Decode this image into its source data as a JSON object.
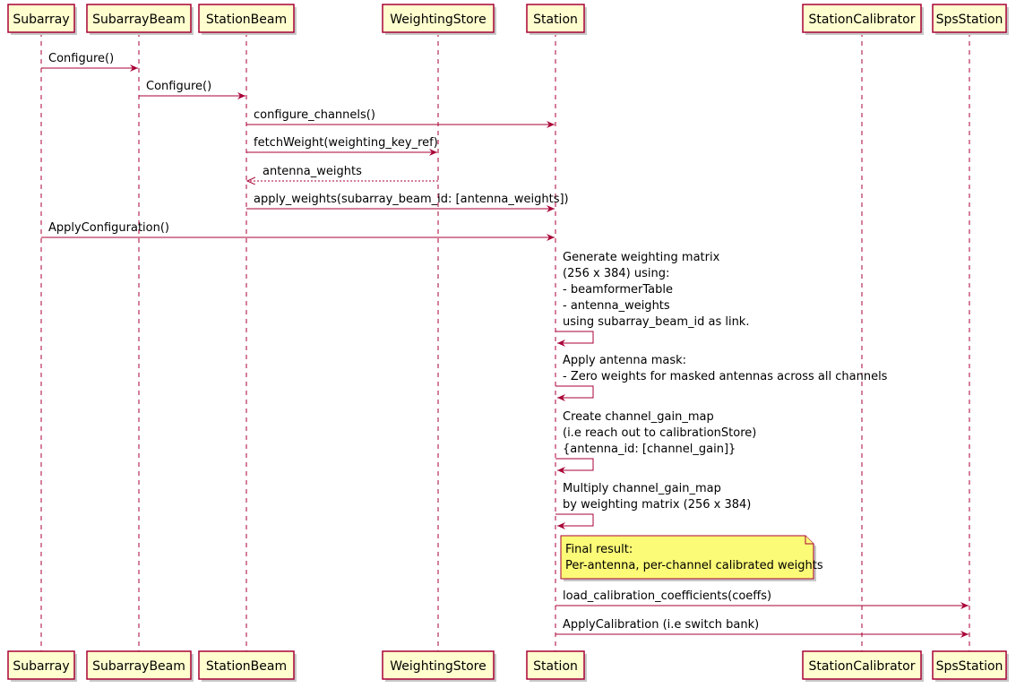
{
  "participants": [
    {
      "id": "subarray",
      "label": "Subarray"
    },
    {
      "id": "subarraybeam",
      "label": "SubarrayBeam"
    },
    {
      "id": "stationbeam",
      "label": "StationBeam"
    },
    {
      "id": "weightingstore",
      "label": "WeightingStore"
    },
    {
      "id": "station",
      "label": "Station"
    },
    {
      "id": "stationcalibrator",
      "label": "StationCalibrator"
    },
    {
      "id": "spsstation",
      "label": "SpsStation"
    }
  ],
  "messages": [
    {
      "from": "subarray",
      "to": "subarraybeam",
      "style": "solid",
      "lines": [
        "Configure()"
      ]
    },
    {
      "from": "subarraybeam",
      "to": "stationbeam",
      "style": "solid",
      "lines": [
        "Configure()"
      ]
    },
    {
      "from": "stationbeam",
      "to": "station",
      "style": "solid",
      "lines": [
        "configure_channels()"
      ]
    },
    {
      "from": "stationbeam",
      "to": "weightingstore",
      "style": "solid",
      "lines": [
        "fetchWeight(weighting_key_ref)"
      ]
    },
    {
      "from": "weightingstore",
      "to": "stationbeam",
      "style": "dashed",
      "lines": [
        "antenna_weights"
      ]
    },
    {
      "from": "stationbeam",
      "to": "station",
      "style": "solid",
      "lines": [
        "apply_weights(subarray_beam_id: [antenna_weights])"
      ]
    },
    {
      "from": "subarray",
      "to": "station",
      "style": "solid",
      "lines": [
        "ApplyConfiguration()"
      ]
    },
    {
      "from": "station",
      "to": "station",
      "style": "solid",
      "lines": [
        "Generate weighting matrix",
        "(256 x 384) using:",
        " - beamformerTable",
        " - antenna_weights",
        " using subarray_beam_id as link."
      ]
    },
    {
      "from": "station",
      "to": "station",
      "style": "solid",
      "lines": [
        "Apply antenna mask:",
        " - Zero weights for masked antennas across all channels"
      ]
    },
    {
      "from": "station",
      "to": "station",
      "style": "solid",
      "lines": [
        "Create channel_gain_map",
        " (i.e reach out to calibrationStore)",
        "{antenna_id: [channel_gain]}"
      ]
    },
    {
      "from": "station",
      "to": "station",
      "style": "solid",
      "lines": [
        "Multiply channel_gain_map",
        "by weighting matrix (256 x 384)"
      ]
    },
    {
      "note": true,
      "over": "station",
      "lines": [
        "Final result:",
        "Per-antenna, per-channel calibrated weights"
      ]
    },
    {
      "from": "station",
      "to": "spsstation",
      "style": "solid",
      "lines": [
        "load_calibration_coefficients(coeffs)"
      ]
    },
    {
      "from": "station",
      "to": "spsstation",
      "style": "solid",
      "lines": [
        "ApplyCalibration (i.e switch bank)"
      ]
    }
  ]
}
